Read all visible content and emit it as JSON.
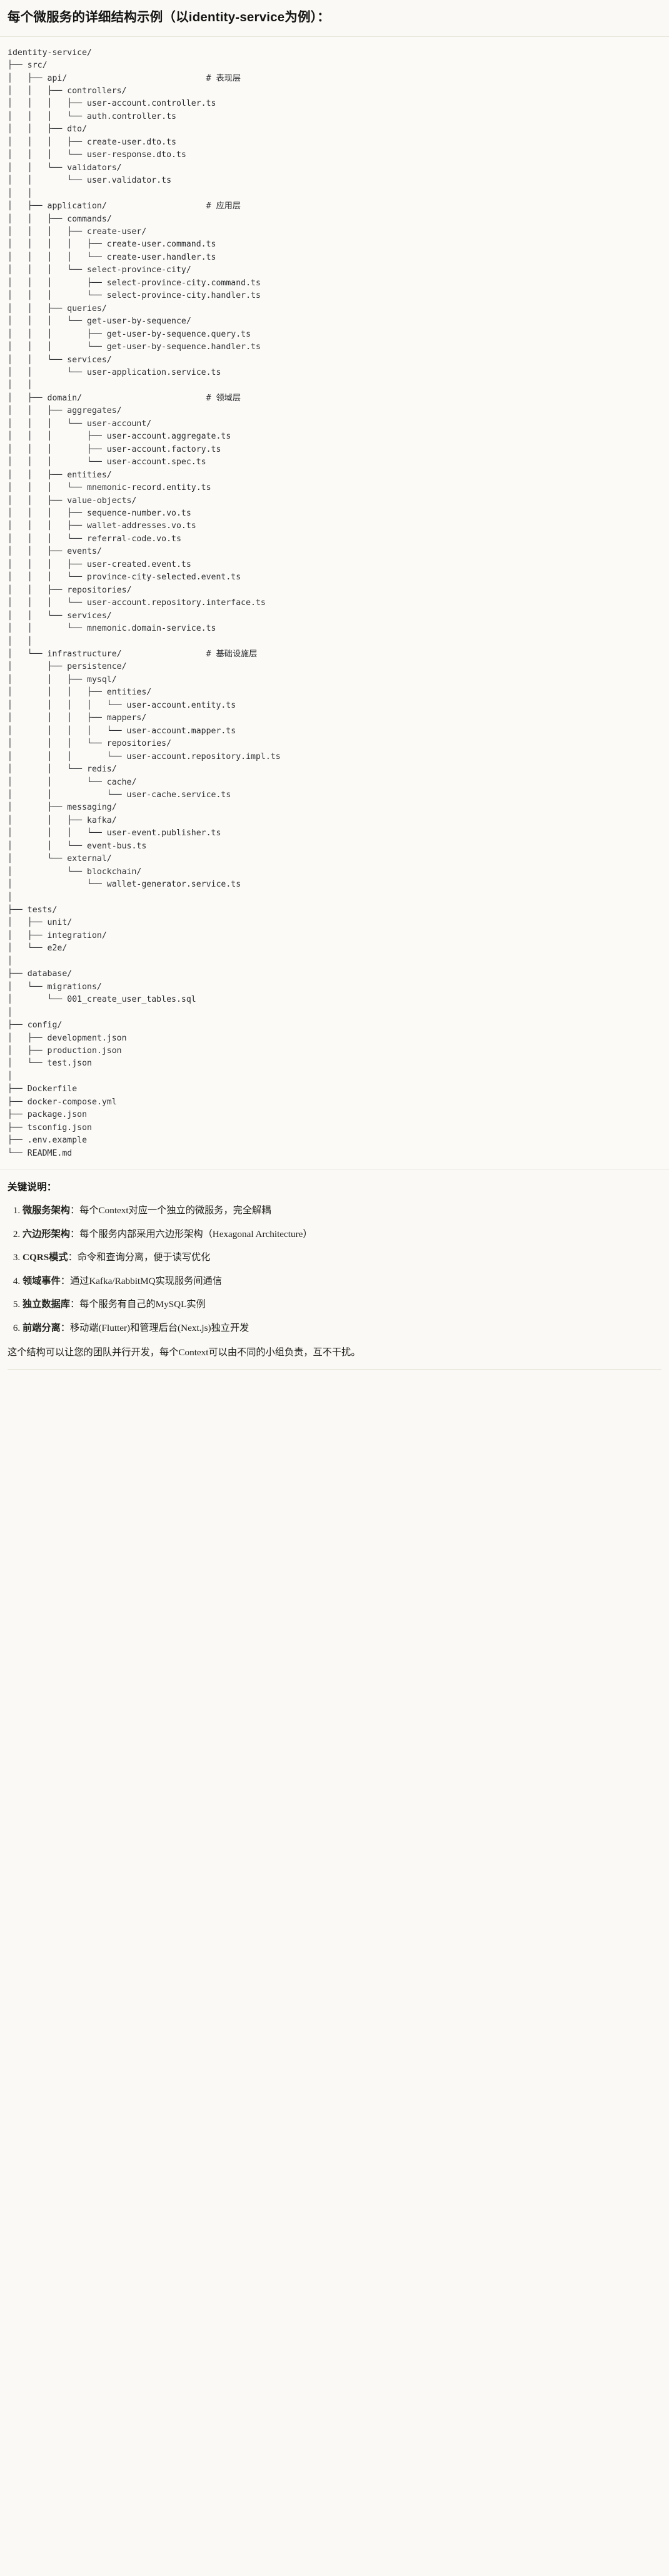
{
  "document": {
    "title": "每个微服务的详细结构示例（以identity-service为例）：",
    "root_name": "identity-service/"
  },
  "tree": {
    "lines": [
      {
        "prefix": "",
        "name": "identity-service/",
        "comment": ""
      },
      {
        "prefix": "├── ",
        "name": "src/",
        "comment": ""
      },
      {
        "prefix": "│   ├── ",
        "name": "api/",
        "comment": "# 表现层"
      },
      {
        "prefix": "│   │   ├── ",
        "name": "controllers/",
        "comment": ""
      },
      {
        "prefix": "│   │   │   ├── ",
        "name": "user-account.controller.ts",
        "comment": ""
      },
      {
        "prefix": "│   │   │   └── ",
        "name": "auth.controller.ts",
        "comment": ""
      },
      {
        "prefix": "│   │   ├── ",
        "name": "dto/",
        "comment": ""
      },
      {
        "prefix": "│   │   │   ├── ",
        "name": "create-user.dto.ts",
        "comment": ""
      },
      {
        "prefix": "│   │   │   └── ",
        "name": "user-response.dto.ts",
        "comment": ""
      },
      {
        "prefix": "│   │   └── ",
        "name": "validators/",
        "comment": ""
      },
      {
        "prefix": "│   │       └── ",
        "name": "user.validator.ts",
        "comment": ""
      },
      {
        "prefix": "│   │",
        "name": "",
        "comment": ""
      },
      {
        "prefix": "│   ├── ",
        "name": "application/",
        "comment": "# 应用层"
      },
      {
        "prefix": "│   │   ├── ",
        "name": "commands/",
        "comment": ""
      },
      {
        "prefix": "│   │   │   ├── ",
        "name": "create-user/",
        "comment": ""
      },
      {
        "prefix": "│   │   │   │   ├── ",
        "name": "create-user.command.ts",
        "comment": ""
      },
      {
        "prefix": "│   │   │   │   └── ",
        "name": "create-user.handler.ts",
        "comment": ""
      },
      {
        "prefix": "│   │   │   └── ",
        "name": "select-province-city/",
        "comment": ""
      },
      {
        "prefix": "│   │   │       ├── ",
        "name": "select-province-city.command.ts",
        "comment": ""
      },
      {
        "prefix": "│   │   │       └── ",
        "name": "select-province-city.handler.ts",
        "comment": ""
      },
      {
        "prefix": "│   │   ├── ",
        "name": "queries/",
        "comment": ""
      },
      {
        "prefix": "│   │   │   └── ",
        "name": "get-user-by-sequence/",
        "comment": ""
      },
      {
        "prefix": "│   │   │       ├── ",
        "name": "get-user-by-sequence.query.ts",
        "comment": ""
      },
      {
        "prefix": "│   │   │       └── ",
        "name": "get-user-by-sequence.handler.ts",
        "comment": ""
      },
      {
        "prefix": "│   │   └── ",
        "name": "services/",
        "comment": ""
      },
      {
        "prefix": "│   │       └── ",
        "name": "user-application.service.ts",
        "comment": ""
      },
      {
        "prefix": "│   │",
        "name": "",
        "comment": ""
      },
      {
        "prefix": "│   ├── ",
        "name": "domain/",
        "comment": "# 领域层"
      },
      {
        "prefix": "│   │   ├── ",
        "name": "aggregates/",
        "comment": ""
      },
      {
        "prefix": "│   │   │   └── ",
        "name": "user-account/",
        "comment": ""
      },
      {
        "prefix": "│   │   │       ├── ",
        "name": "user-account.aggregate.ts",
        "comment": ""
      },
      {
        "prefix": "│   │   │       ├── ",
        "name": "user-account.factory.ts",
        "comment": ""
      },
      {
        "prefix": "│   │   │       └── ",
        "name": "user-account.spec.ts",
        "comment": ""
      },
      {
        "prefix": "│   │   ├── ",
        "name": "entities/",
        "comment": ""
      },
      {
        "prefix": "│   │   │   └── ",
        "name": "mnemonic-record.entity.ts",
        "comment": ""
      },
      {
        "prefix": "│   │   ├── ",
        "name": "value-objects/",
        "comment": ""
      },
      {
        "prefix": "│   │   │   ├── ",
        "name": "sequence-number.vo.ts",
        "comment": ""
      },
      {
        "prefix": "│   │   │   ├── ",
        "name": "wallet-addresses.vo.ts",
        "comment": ""
      },
      {
        "prefix": "│   │   │   └── ",
        "name": "referral-code.vo.ts",
        "comment": ""
      },
      {
        "prefix": "│   │   ├── ",
        "name": "events/",
        "comment": ""
      },
      {
        "prefix": "│   │   │   ├── ",
        "name": "user-created.event.ts",
        "comment": ""
      },
      {
        "prefix": "│   │   │   └── ",
        "name": "province-city-selected.event.ts",
        "comment": ""
      },
      {
        "prefix": "│   │   ├── ",
        "name": "repositories/",
        "comment": ""
      },
      {
        "prefix": "│   │   │   └── ",
        "name": "user-account.repository.interface.ts",
        "comment": ""
      },
      {
        "prefix": "│   │   └── ",
        "name": "services/",
        "comment": ""
      },
      {
        "prefix": "│   │       └── ",
        "name": "mnemonic.domain-service.ts",
        "comment": ""
      },
      {
        "prefix": "│   │",
        "name": "",
        "comment": ""
      },
      {
        "prefix": "│   └── ",
        "name": "infrastructure/",
        "comment": "# 基础设施层"
      },
      {
        "prefix": "│       ├── ",
        "name": "persistence/",
        "comment": ""
      },
      {
        "prefix": "│       │   ├── ",
        "name": "mysql/",
        "comment": ""
      },
      {
        "prefix": "│       │   │   ├── ",
        "name": "entities/",
        "comment": ""
      },
      {
        "prefix": "│       │   │   │   └── ",
        "name": "user-account.entity.ts",
        "comment": ""
      },
      {
        "prefix": "│       │   │   ├── ",
        "name": "mappers/",
        "comment": ""
      },
      {
        "prefix": "│       │   │   │   └── ",
        "name": "user-account.mapper.ts",
        "comment": ""
      },
      {
        "prefix": "│       │   │   └── ",
        "name": "repositories/",
        "comment": ""
      },
      {
        "prefix": "│       │   │       └── ",
        "name": "user-account.repository.impl.ts",
        "comment": ""
      },
      {
        "prefix": "│       │   └── ",
        "name": "redis/",
        "comment": ""
      },
      {
        "prefix": "│       │       └── ",
        "name": "cache/",
        "comment": ""
      },
      {
        "prefix": "│       │           └── ",
        "name": "user-cache.service.ts",
        "comment": ""
      },
      {
        "prefix": "│       ├── ",
        "name": "messaging/",
        "comment": ""
      },
      {
        "prefix": "│       │   ├── ",
        "name": "kafka/",
        "comment": ""
      },
      {
        "prefix": "│       │   │   └── ",
        "name": "user-event.publisher.ts",
        "comment": ""
      },
      {
        "prefix": "│       │   └── ",
        "name": "event-bus.ts",
        "comment": ""
      },
      {
        "prefix": "│       └── ",
        "name": "external/",
        "comment": ""
      },
      {
        "prefix": "│           └── ",
        "name": "blockchain/",
        "comment": ""
      },
      {
        "prefix": "│               └── ",
        "name": "wallet-generator.service.ts",
        "comment": ""
      },
      {
        "prefix": "│",
        "name": "",
        "comment": ""
      },
      {
        "prefix": "├── ",
        "name": "tests/",
        "comment": ""
      },
      {
        "prefix": "│   ├── ",
        "name": "unit/",
        "comment": ""
      },
      {
        "prefix": "│   ├── ",
        "name": "integration/",
        "comment": ""
      },
      {
        "prefix": "│   └── ",
        "name": "e2e/",
        "comment": ""
      },
      {
        "prefix": "│",
        "name": "",
        "comment": ""
      },
      {
        "prefix": "├── ",
        "name": "database/",
        "comment": ""
      },
      {
        "prefix": "│   └── ",
        "name": "migrations/",
        "comment": ""
      },
      {
        "prefix": "│       └── ",
        "name": "001_create_user_tables.sql",
        "comment": ""
      },
      {
        "prefix": "│",
        "name": "",
        "comment": ""
      },
      {
        "prefix": "├── ",
        "name": "config/",
        "comment": ""
      },
      {
        "prefix": "│   ├── ",
        "name": "development.json",
        "comment": ""
      },
      {
        "prefix": "│   ├── ",
        "name": "production.json",
        "comment": ""
      },
      {
        "prefix": "│   └── ",
        "name": "test.json",
        "comment": ""
      },
      {
        "prefix": "│",
        "name": "",
        "comment": ""
      },
      {
        "prefix": "├── ",
        "name": "Dockerfile",
        "comment": ""
      },
      {
        "prefix": "├── ",
        "name": "docker-compose.yml",
        "comment": ""
      },
      {
        "prefix": "├── ",
        "name": "package.json",
        "comment": ""
      },
      {
        "prefix": "├── ",
        "name": "tsconfig.json",
        "comment": ""
      },
      {
        "prefix": "├── ",
        "name": ".env.example",
        "comment": ""
      },
      {
        "prefix": "└── ",
        "name": "README.md",
        "comment": ""
      }
    ],
    "comment_column": 40
  },
  "notes": {
    "heading": "关键说明：",
    "items": [
      {
        "term": "微服务架构",
        "desc": "：每个Context对应一个独立的微服务，完全解耦"
      },
      {
        "term": "六边形架构",
        "desc": "：每个服务内部采用六边形架构（Hexagonal Architecture）"
      },
      {
        "term": "CQRS模式",
        "desc": "：命令和查询分离，便于读写优化"
      },
      {
        "term": "领域事件",
        "desc": "：通过Kafka/RabbitMQ实现服务间通信"
      },
      {
        "term": "独立数据库",
        "desc": "：每个服务有自己的MySQL实例"
      },
      {
        "term": "前端分离",
        "desc": "：移动端(Flutter)和管理后台(Next.js)独立开发"
      }
    ],
    "closing": "这个结构可以让您的团队并行开发，每个Context可以由不同的小组负责，互不干扰。"
  },
  "colors": {
    "background": "#faf9f5",
    "code_background": "#fbfaf7",
    "text": "#141413",
    "code_text": "#2f3033",
    "rule": "#e8e5dc"
  }
}
